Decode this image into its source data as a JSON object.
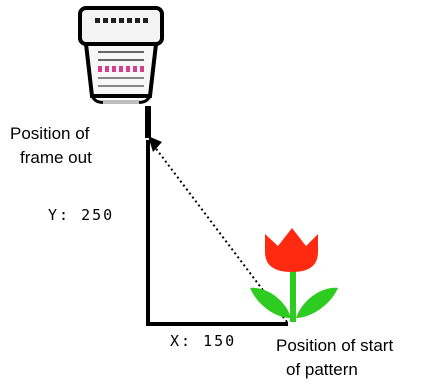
{
  "labels": {
    "frame_out_line1": "Position of",
    "frame_out_line2": "frame out",
    "start_line1": "Position of start",
    "start_line2": "of pattern",
    "y_offset": "Y: 250",
    "x_offset": "X: 150"
  },
  "icons": {
    "machine": "embroidery-machine-icon",
    "pattern": "tulip-icon"
  },
  "colors": {
    "line": "#000000",
    "petal": "#ff2a10",
    "leaf": "#2ecc20",
    "needle": "#000000"
  }
}
